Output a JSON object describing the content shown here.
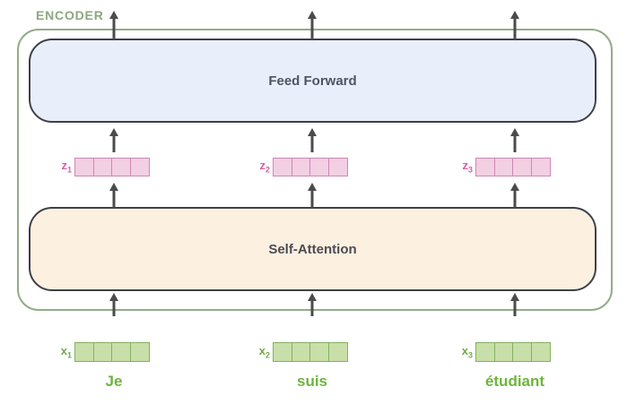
{
  "encoder_label": "ENCODER",
  "blocks": {
    "feed_forward": "Feed Forward",
    "self_attention": "Self-Attention"
  },
  "z_vectors": [
    {
      "base": "z",
      "sub": "1",
      "cells": 4
    },
    {
      "base": "z",
      "sub": "2",
      "cells": 4
    },
    {
      "base": "z",
      "sub": "3",
      "cells": 4
    }
  ],
  "x_vectors": [
    {
      "base": "x",
      "sub": "1",
      "cells": 4
    },
    {
      "base": "x",
      "sub": "2",
      "cells": 4
    },
    {
      "base": "x",
      "sub": "3",
      "cells": 4
    }
  ],
  "words": [
    "Je",
    "suis",
    "étudiant"
  ],
  "colors": {
    "encoder_green": "#8ba87d",
    "outer_border": "#92ad87",
    "box_border": "#3f3f47",
    "ff_fill": "#e9effa",
    "ff_text": "#4d5565",
    "sa_fill": "#fcf0e1",
    "sa_text": "#4c4c54",
    "arrow": "#4b4b4b",
    "pink_label": "#d8609e",
    "pink_cell_fill": "#f3cfe3",
    "pink_cell_border": "#cd87b3",
    "green_label": "#72a94b",
    "green_cell_fill": "#c9dfa9",
    "green_cell_border": "#85b061",
    "word_green": "#6eb43e"
  }
}
